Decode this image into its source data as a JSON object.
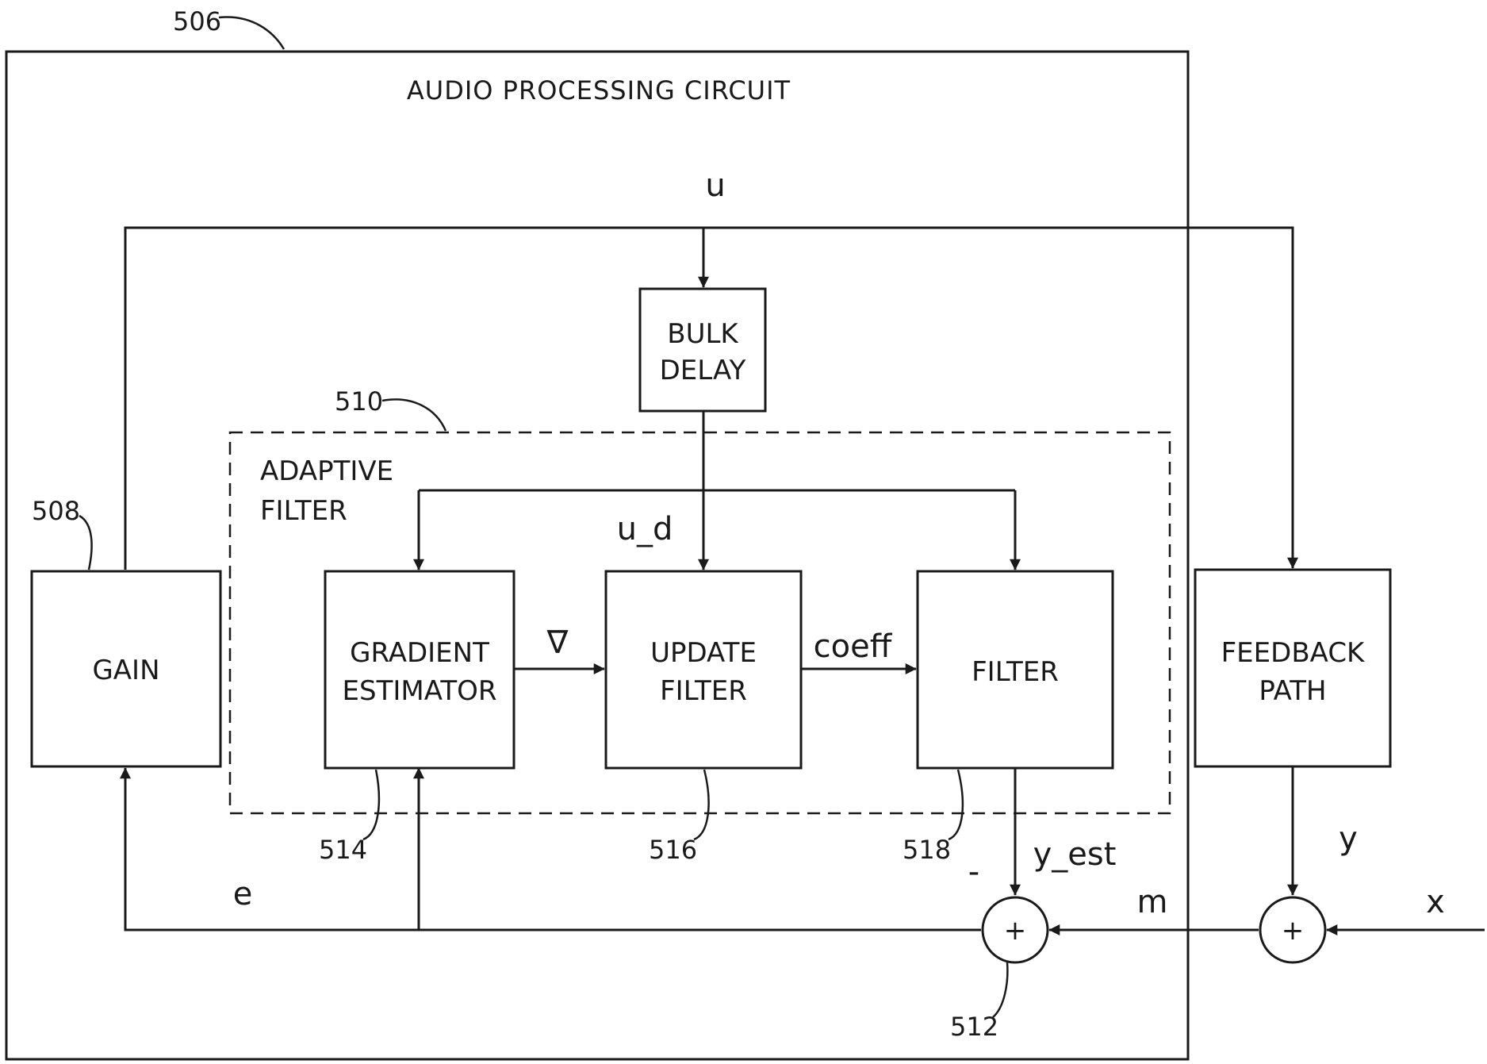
{
  "figure": {
    "outer_label": "AUDIO PROCESSING CIRCUIT",
    "adaptive_label": [
      "ADAPTIVE",
      "FILTER"
    ],
    "blocks": {
      "bulk_delay": [
        "BULK",
        "DELAY"
      ],
      "gain": [
        "GAIN"
      ],
      "gradient_estimator": [
        "GRADIENT",
        "ESTIMATOR"
      ],
      "update_filter": [
        "UPDATE",
        "FILTER"
      ],
      "filter": [
        "FILTER"
      ],
      "feedback_path": [
        "FEEDBACK",
        "PATH"
      ]
    },
    "signals": {
      "u": "u",
      "u_d": "u_d",
      "grad": "∇",
      "coeff": "coeff",
      "y_est": "y_est",
      "minus": "-",
      "e": "e",
      "m": "m",
      "y": "y",
      "x": "x"
    },
    "summer_symbol": "+",
    "refs": {
      "r506": "506",
      "r508": "508",
      "r510": "510",
      "r512": "512",
      "r514": "514",
      "r516": "516",
      "r518": "518"
    }
  }
}
